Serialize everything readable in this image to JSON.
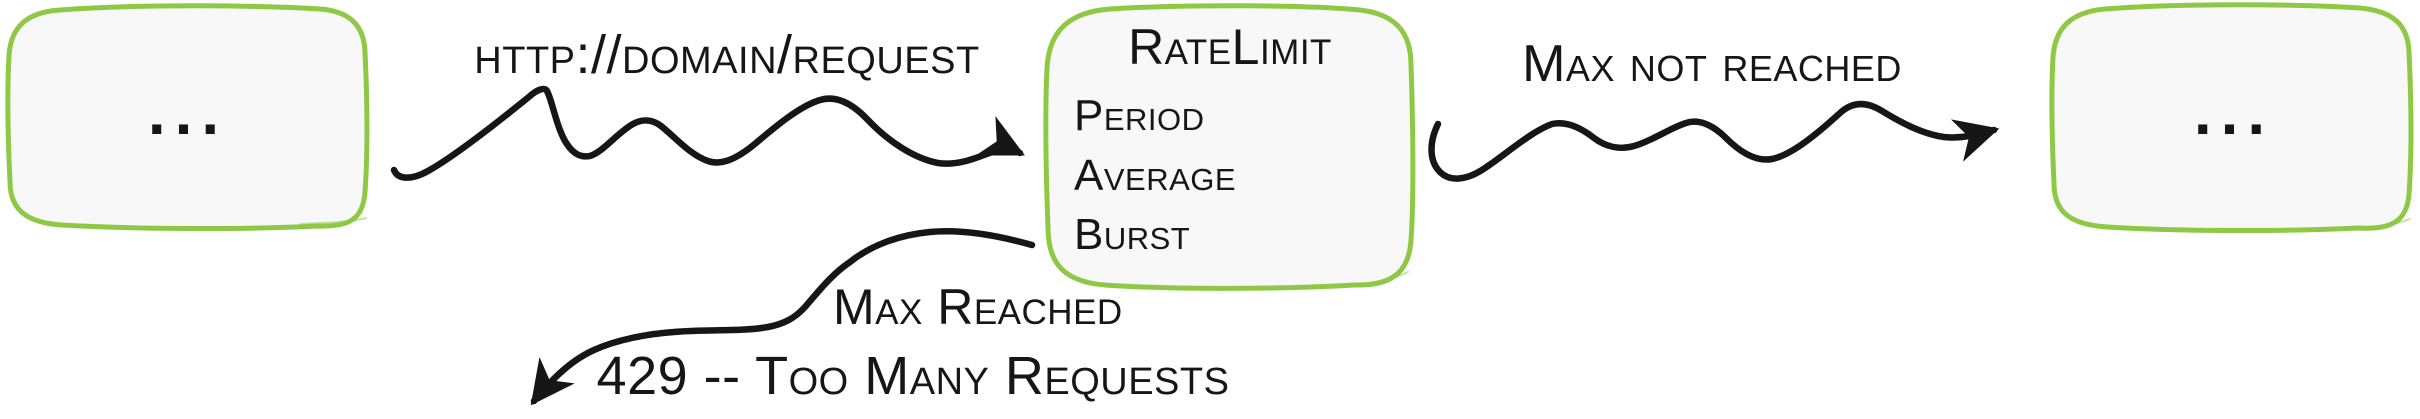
{
  "diagram": {
    "colors": {
      "box_border": "#8fc845",
      "box_fill": "#f8f8f8",
      "ink": "#161616"
    },
    "left_box": {
      "label": "..."
    },
    "ratelimit_box": {
      "title": "RateLimit",
      "fields": [
        "Period",
        "Average",
        "Burst"
      ]
    },
    "right_box": {
      "label": "..."
    },
    "arrows": {
      "request": {
        "label": "http://domain/request"
      },
      "max_not_reached": {
        "label": "Max not reached"
      },
      "max_reached": {
        "label": "Max Reached",
        "sublabel": "429 -- Too Many Requests"
      }
    }
  }
}
